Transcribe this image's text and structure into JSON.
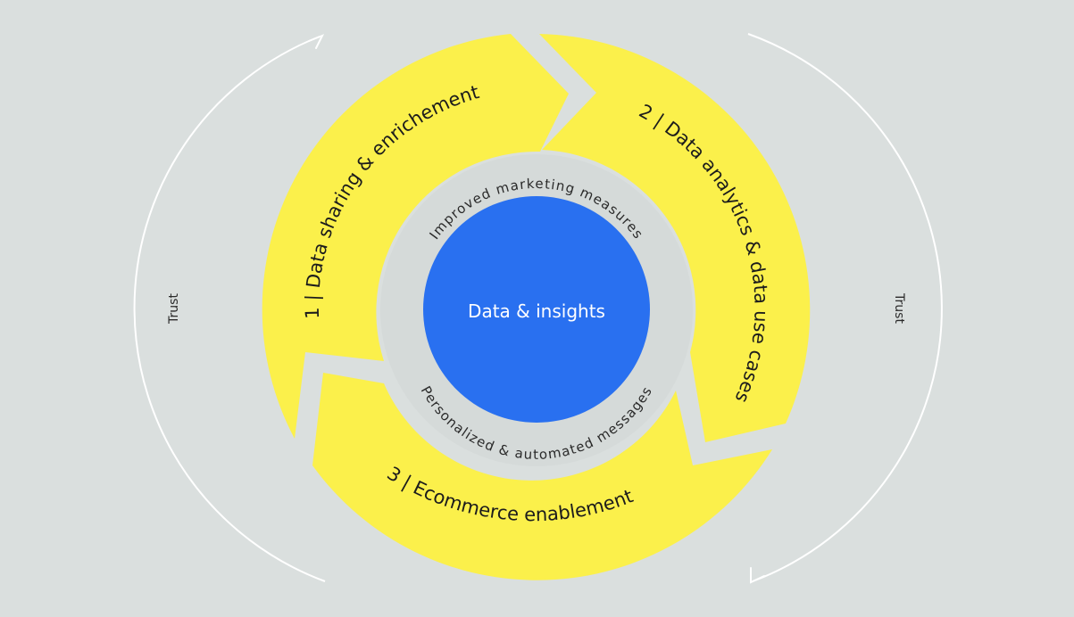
{
  "colors": {
    "background": "#dadfde",
    "segment": "#fbf04b",
    "inner_ring": "#d5dad9",
    "core": "#2970f0",
    "trust_arc": "#ffffff"
  },
  "core": {
    "label": "Data & insights"
  },
  "inner_ring": {
    "top_text": "Improved marketing measures",
    "bottom_text": "Personalized & automated messages"
  },
  "segments": [
    {
      "label": "1 | Data sharing & enrichement"
    },
    {
      "label": "2 | Data analytics & data use cases"
    },
    {
      "label": "3 | Ecommerce enablement"
    }
  ],
  "trust": {
    "left_label": "Trust",
    "right_label": "Trust"
  }
}
